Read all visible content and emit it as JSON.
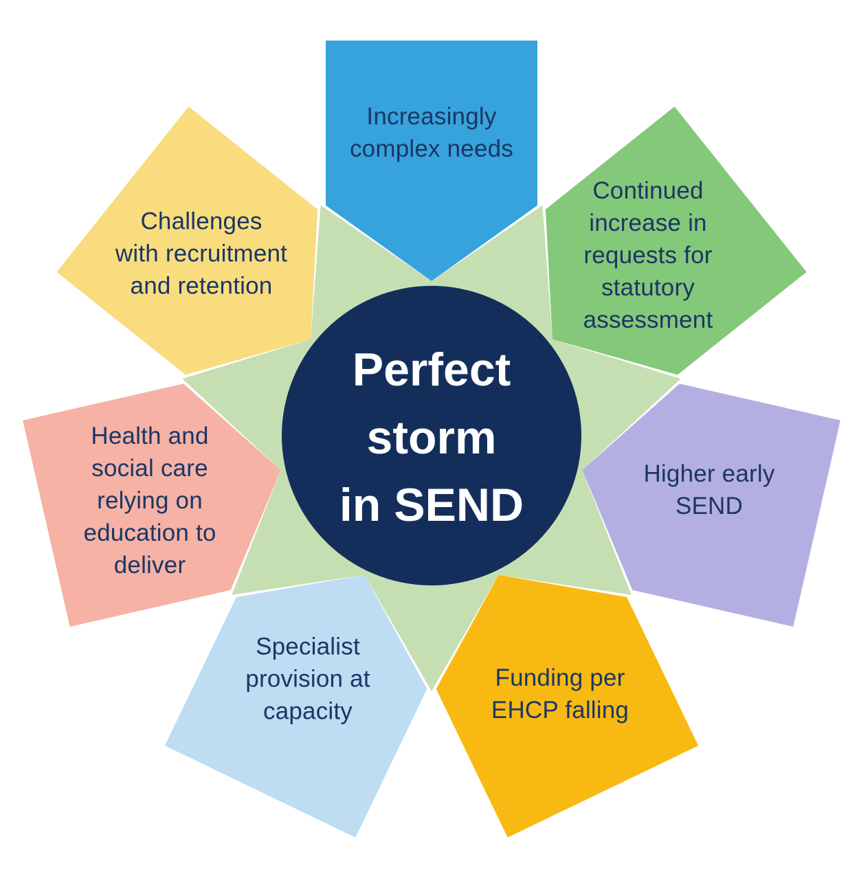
{
  "title": "Perfect storm in SEND",
  "colors": {
    "background": "#ffffff",
    "star": "#c6dfb2",
    "circle": "#132e5b",
    "label_text": "#1b3666",
    "center_text": "#ffffff"
  },
  "center": {
    "label": "Perfect\nstorm\nin SEND"
  },
  "petals": [
    {
      "name": "increasingly-complex-needs",
      "position": "top",
      "color": "#37a3dc",
      "label": "Increasingly\ncomplex needs"
    },
    {
      "name": "requests-for-statutory-assessment",
      "position": "top-right",
      "color": "#84c879",
      "label": "Continued\nincrease in\nrequests for\nstatutory\nassessment"
    },
    {
      "name": "higher-early-send",
      "position": "right",
      "color": "#b4afe2",
      "label": "Higher early\nSEND"
    },
    {
      "name": "funding-per-ehcp-falling",
      "position": "bottom-right",
      "color": "#f8ba12",
      "label": "Funding per\nEHCP falling"
    },
    {
      "name": "specialist-provision-at-capacity",
      "position": "bottom-left",
      "color": "#bedcf2",
      "label": "Specialist\nprovision at\ncapacity"
    },
    {
      "name": "health-and-social-care",
      "position": "left",
      "color": "#f5b2a5",
      "label": "Health and\nsocial care\nrelying on\neducation to\ndeliver"
    },
    {
      "name": "recruitment-and-retention",
      "position": "top-left",
      "color": "#f8dc7e",
      "label": "Challenges\nwith recruitment\nand retention"
    }
  ]
}
